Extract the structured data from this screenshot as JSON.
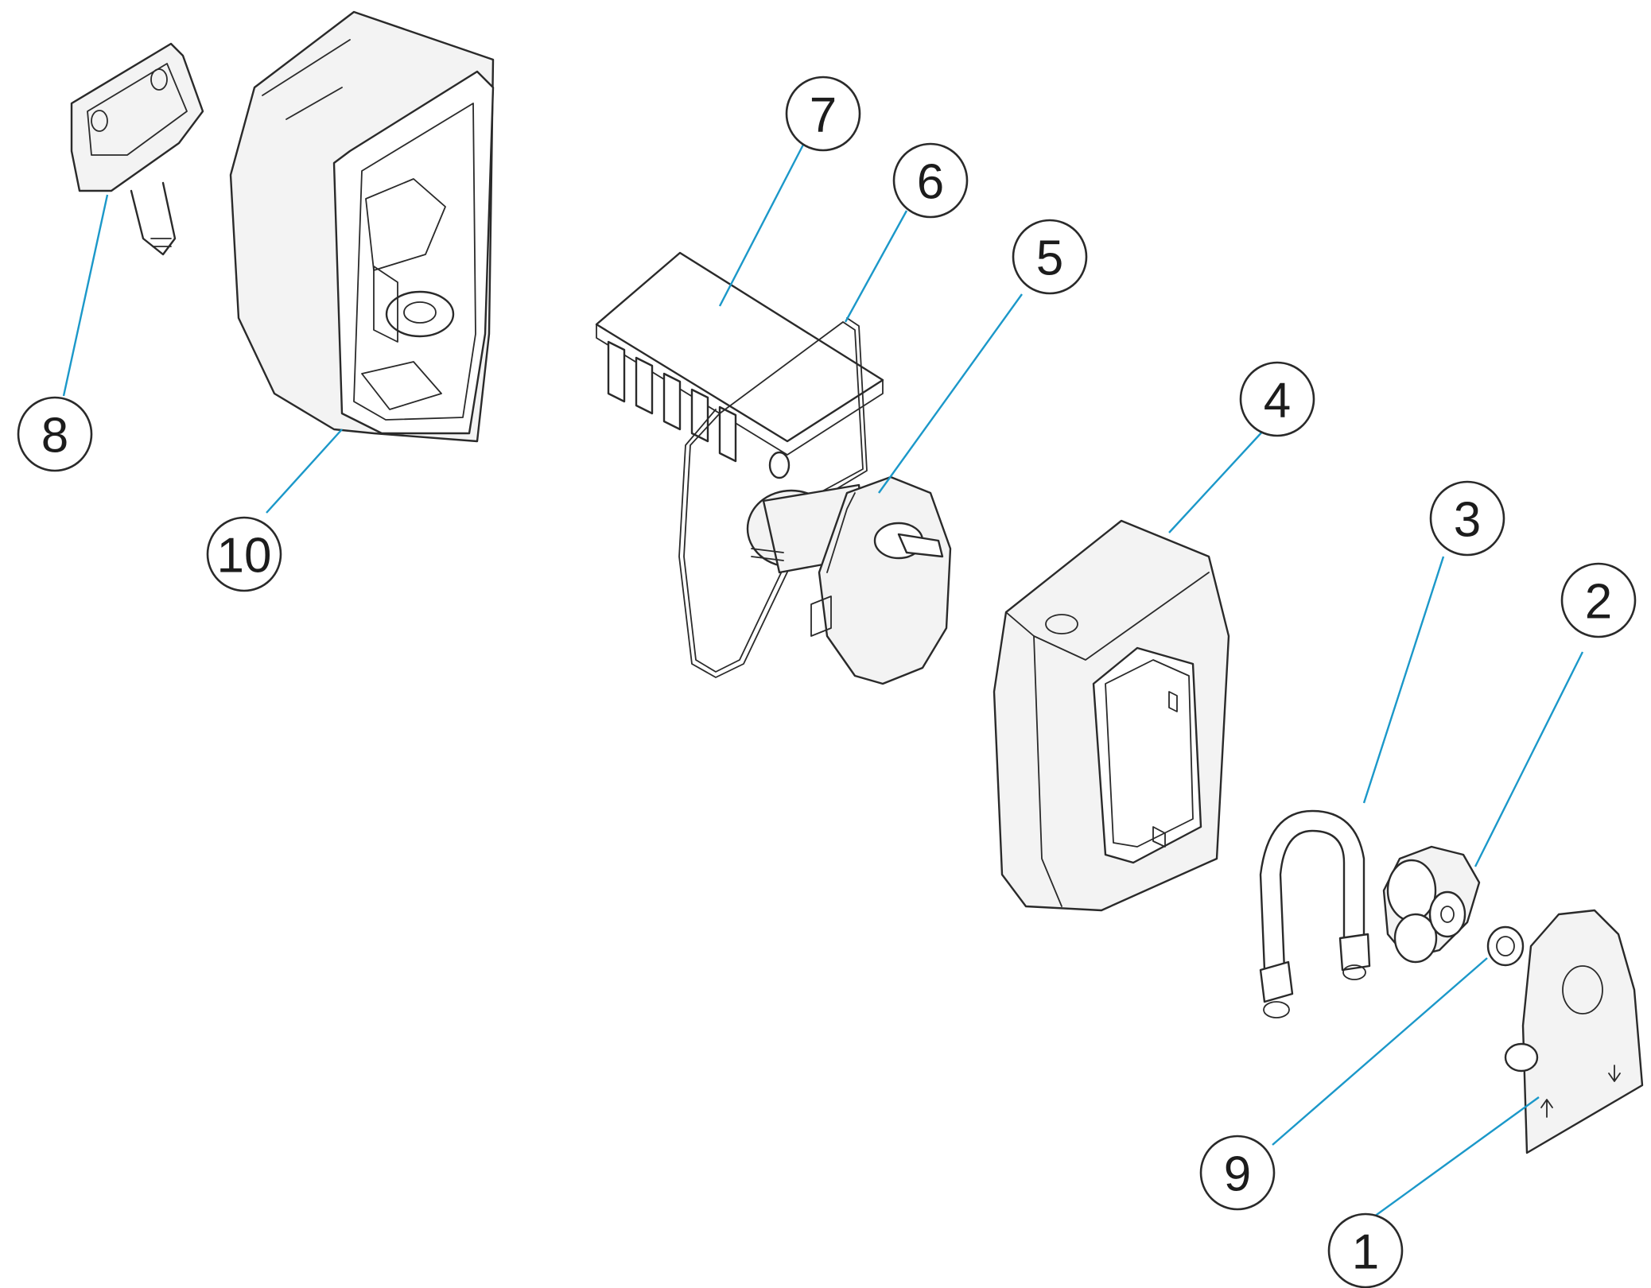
{
  "parts": [
    {
      "number": "1"
    },
    {
      "number": "2"
    },
    {
      "number": "3"
    },
    {
      "number": "4"
    },
    {
      "number": "5"
    },
    {
      "number": "6"
    },
    {
      "number": "7"
    },
    {
      "number": "8"
    },
    {
      "number": "9"
    },
    {
      "number": "10"
    }
  ],
  "colors": {
    "leader": "#1b98c9",
    "outline": "#2a2a2a",
    "background": "#ffffff"
  }
}
